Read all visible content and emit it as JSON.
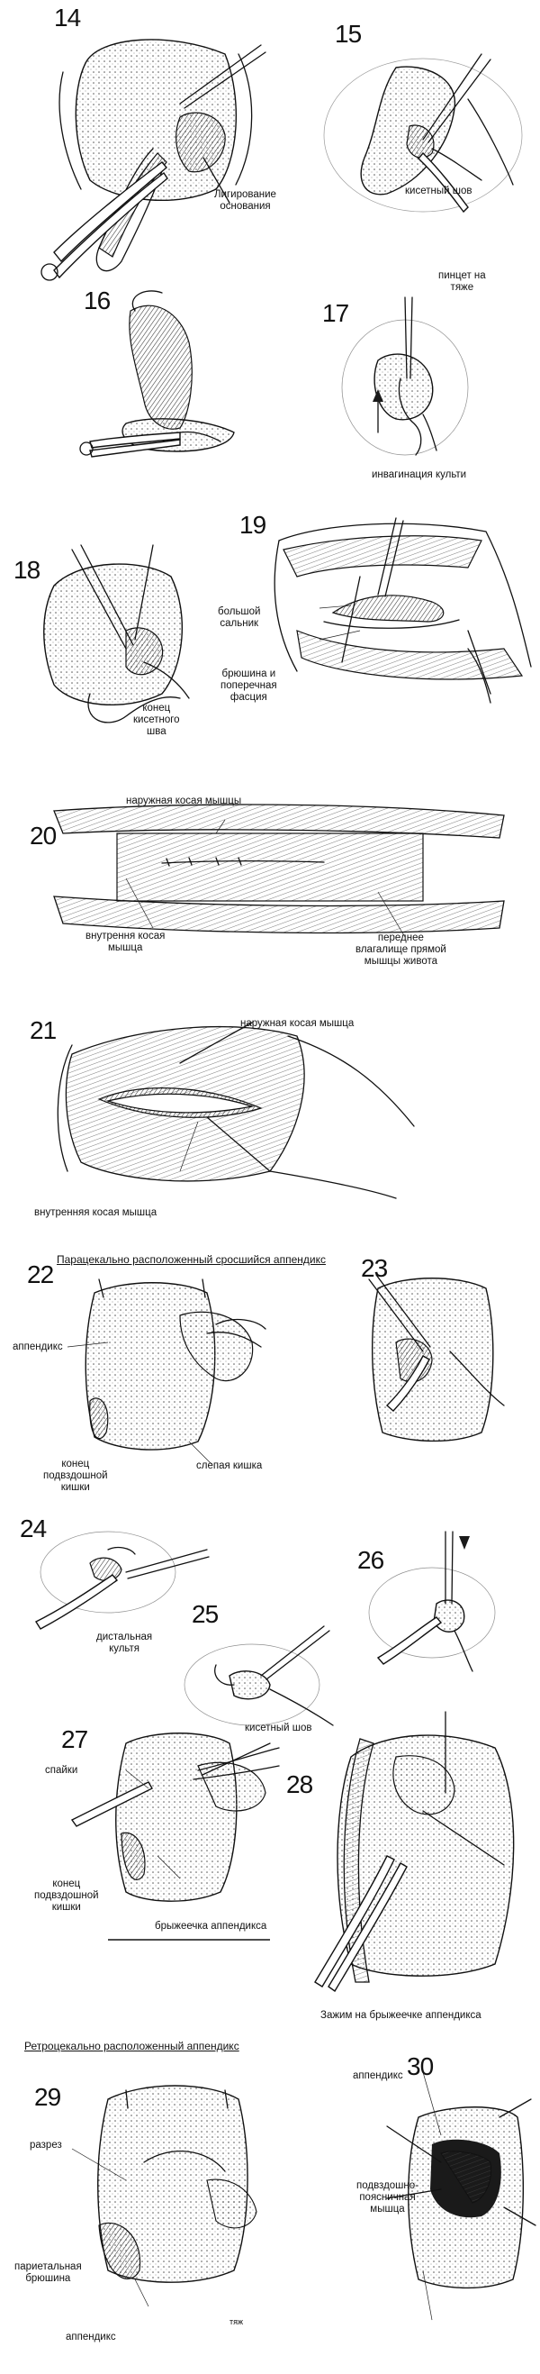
{
  "figures": {
    "f14": {
      "number": "14",
      "labels": [
        "Лигирование",
        "основания"
      ]
    },
    "f15": {
      "number": "15",
      "label": "кисетный шов"
    },
    "f16": {
      "number": "16"
    },
    "f17": {
      "number": "17",
      "label_top": [
        "пинцет на",
        "тяже"
      ],
      "label_bottom": "инвагинация культи"
    },
    "f18": {
      "number": "18",
      "labels": [
        "конец",
        "кисетного",
        "шва"
      ]
    },
    "f19": {
      "number": "19",
      "label_omentum": [
        "большой",
        "сальник"
      ],
      "label_fascia": [
        "брюшина и",
        "поперечная",
        "фасция"
      ]
    },
    "f20": {
      "number": "20",
      "label_top": "наружная косая мышцы",
      "label_left": [
        "внутрення косая",
        "мышца"
      ],
      "label_right": [
        "переднее",
        "влагалище прямой",
        "мышцы живота"
      ]
    },
    "f21": {
      "number": "21",
      "label_top": "наружная косая мышца",
      "label_bottom": "внутренняя косая мышца"
    },
    "f22": {
      "number": "22",
      "label_appendix": "аппендикс",
      "label_ileum": [
        "конец",
        "подвздошной",
        "кишки"
      ],
      "label_cecum": "слепая кишка"
    },
    "f23": {
      "number": "23"
    },
    "f24": {
      "number": "24"
    },
    "f25": {
      "number": "25",
      "label_stump": [
        "дистальная",
        "культя"
      ],
      "label_suture": "кисетный шов"
    },
    "f26": {
      "number": "26"
    },
    "f27": {
      "number": "27",
      "label_adhesions": "спайки",
      "label_ileum": [
        "конец",
        "подвздошной",
        "кишки"
      ],
      "label_mesentery": "брыжеечка аппендикса"
    },
    "f28": {
      "number": "28",
      "label_clamp": "Зажим на брыжеечке аппендикса"
    },
    "f29": {
      "number": "29",
      "label_incision": "разрез",
      "label_peritoneum": [
        "париетальная",
        "брюшина"
      ],
      "label_appendix": "аппендикс",
      "label_cord": "тяж"
    },
    "f30": {
      "number": "30",
      "label_appendix": "аппендикс",
      "label_muscle": [
        "подвздошно-",
        "поясничная",
        "мышца"
      ]
    }
  },
  "sections": {
    "paracecal": "Парацекально расположенный сросшийся аппендикс",
    "retrocecal": "Ретроцекально расположенный аппендикс"
  }
}
